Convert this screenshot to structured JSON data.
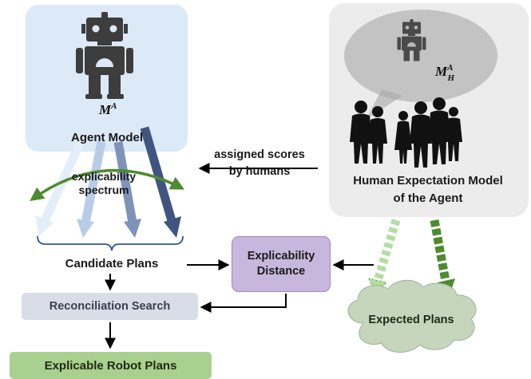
{
  "agent": {
    "model_symbol": "M",
    "model_superscript": "A",
    "model_label": "Agent Model"
  },
  "human": {
    "model_symbol": "M",
    "model_superscript": "A",
    "model_subscript": "H",
    "model_label_line1": "Human Expectation Model",
    "model_label_line2": "of the Agent"
  },
  "spectrum": {
    "line1": "explicability",
    "line2": "spectrum"
  },
  "scores": {
    "line1": "assigned scores",
    "line2": "by humans"
  },
  "candidate_plans": "Candidate Plans",
  "explicability_distance": {
    "line1": "Explicability",
    "line2": "Distance"
  },
  "reconciliation_search": "Reconciliation Search",
  "explicable_robot_plans": "Explicable Robot Plans",
  "expected_plans": "Expected Plans",
  "colors": {
    "agent_box": "#dce9f6",
    "human_box": "#ececec",
    "explicability_distance_box": "#c8b7dc",
    "reconciliation_box": "#d9dde8",
    "explicable_box": "#a9d08e",
    "cloud": "#c5d6bc",
    "spectrum_arc": "#4e8b2f",
    "robot": "#3d3d3d",
    "silhouettes": "#111111"
  },
  "icons": [
    "robot-icon",
    "robot-icon-small",
    "human-silhouettes-icon",
    "speech-bubble-icon",
    "cloud-shape"
  ]
}
